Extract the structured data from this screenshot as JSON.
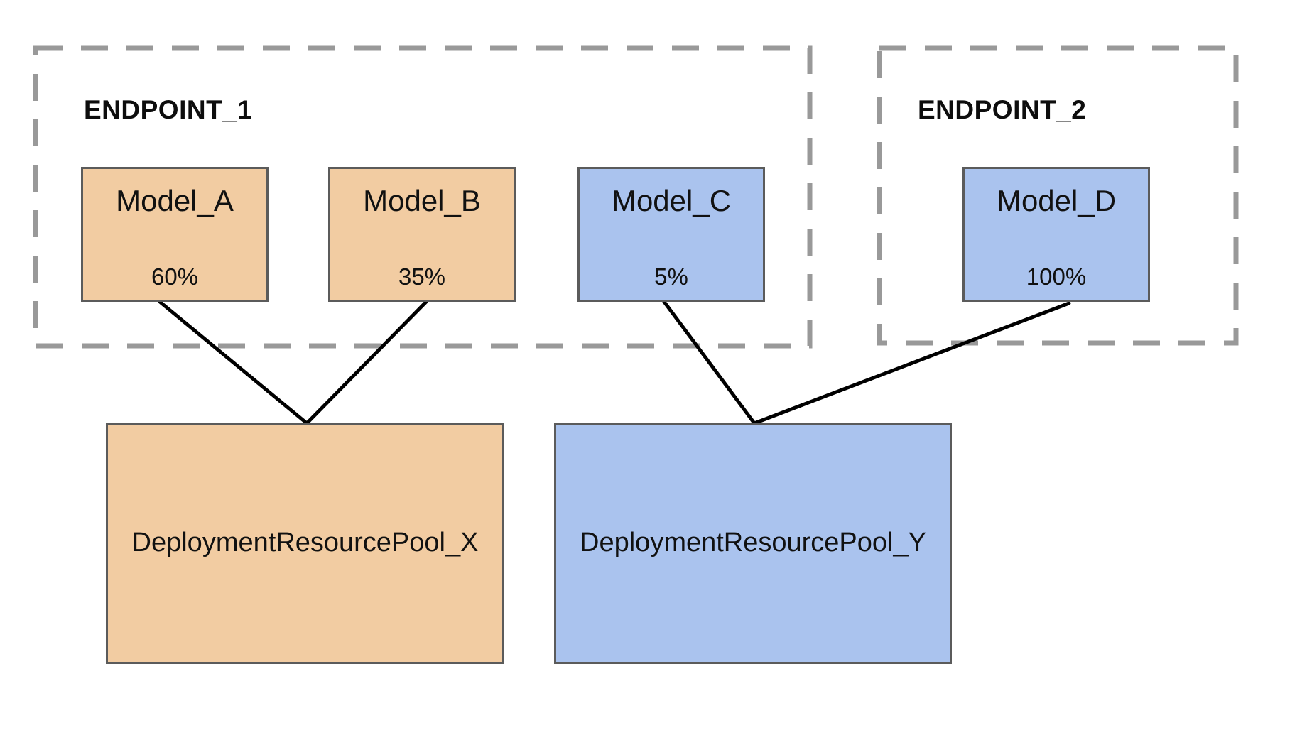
{
  "diagram": {
    "title": "",
    "type": "deployment-topology"
  },
  "colors": {
    "background": "#ffffff",
    "orange_fill": "#F2CCA2",
    "blue_fill": "#AAC3EE",
    "node_border": "#5b5b5b",
    "endpoint_dashed_border": "#999999",
    "connector_line": "#000000",
    "text": "#111111"
  },
  "endpoints": [
    {
      "label": "ENDPOINT_1",
      "models": [
        "Model_A",
        "Model_B",
        "Model_C"
      ]
    },
    {
      "label": "ENDPOINT_2",
      "models": [
        "Model_D"
      ]
    }
  ],
  "models": [
    {
      "name": "Model_A",
      "traffic": "60%",
      "color": "orange",
      "endpoint": "ENDPOINT_1"
    },
    {
      "name": "Model_B",
      "traffic": "35%",
      "color": "orange",
      "endpoint": "ENDPOINT_1"
    },
    {
      "name": "Model_C",
      "traffic": "5%",
      "color": "blue",
      "endpoint": "ENDPOINT_1"
    },
    {
      "name": "Model_D",
      "traffic": "100%",
      "color": "blue",
      "endpoint": "ENDPOINT_2"
    }
  ],
  "pools": [
    {
      "name": "DeploymentResourcePool_X",
      "color": "orange"
    },
    {
      "name": "DeploymentResourcePool_Y",
      "color": "blue"
    }
  ],
  "connections": [
    {
      "from": "Model_A",
      "to": "DeploymentResourcePool_X"
    },
    {
      "from": "Model_B",
      "to": "DeploymentResourcePool_X"
    },
    {
      "from": "Model_C",
      "to": "DeploymentResourcePool_Y"
    },
    {
      "from": "Model_D",
      "to": "DeploymentResourcePool_Y"
    }
  ]
}
